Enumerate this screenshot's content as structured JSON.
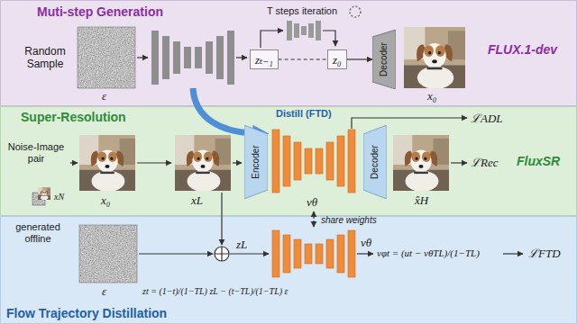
{
  "diagram": {
    "nodes": [
      {
        "text": [
          "Muti-step Generation",
          "FLUX.1-dev"
        ]
      },
      {
        "text": [
          "Super-Resolution",
          "FluxSR"
        ]
      },
      {
        "text": [
          "Flow Trajectory Distillation"
        ]
      },
      {
        "text": [
          "zₜ₋₁"
        ],
        "in": 0
      },
      {
        "text": [
          "z₀"
        ],
        "in": 0
      },
      {
        "text": [
          "Decoder"
        ],
        "in": 0
      },
      {
        "text": [
          "Encoder"
        ],
        "in": 1
      },
      {
        "text": [
          "Decoder"
        ],
        "in": 1
      }
    ],
    "edges": [
      {
        "from": 3,
        "to": 4,
        "arrow": "none"
      },
      {
        "from": 4,
        "to": 5,
        "arrow": "to"
      }
    ],
    "labels": [
      "Random Sample",
      "ε",
      "T steps iteration",
      "x₀",
      "Distill (FTD)",
      "Noise-Image pair",
      "xN",
      "generated offline",
      "x₀",
      "xL",
      "vθ",
      "x̂H",
      "ℒADL",
      "ℒRec",
      "ε",
      "zL",
      "share weights",
      "vθ",
      "zt = (1−t)/(1−TL) zL − (t−TL)/(1−TL) ε",
      "vφt = (ut − vθTL)/(1−TL)",
      "ℒFTD"
    ]
  }
}
